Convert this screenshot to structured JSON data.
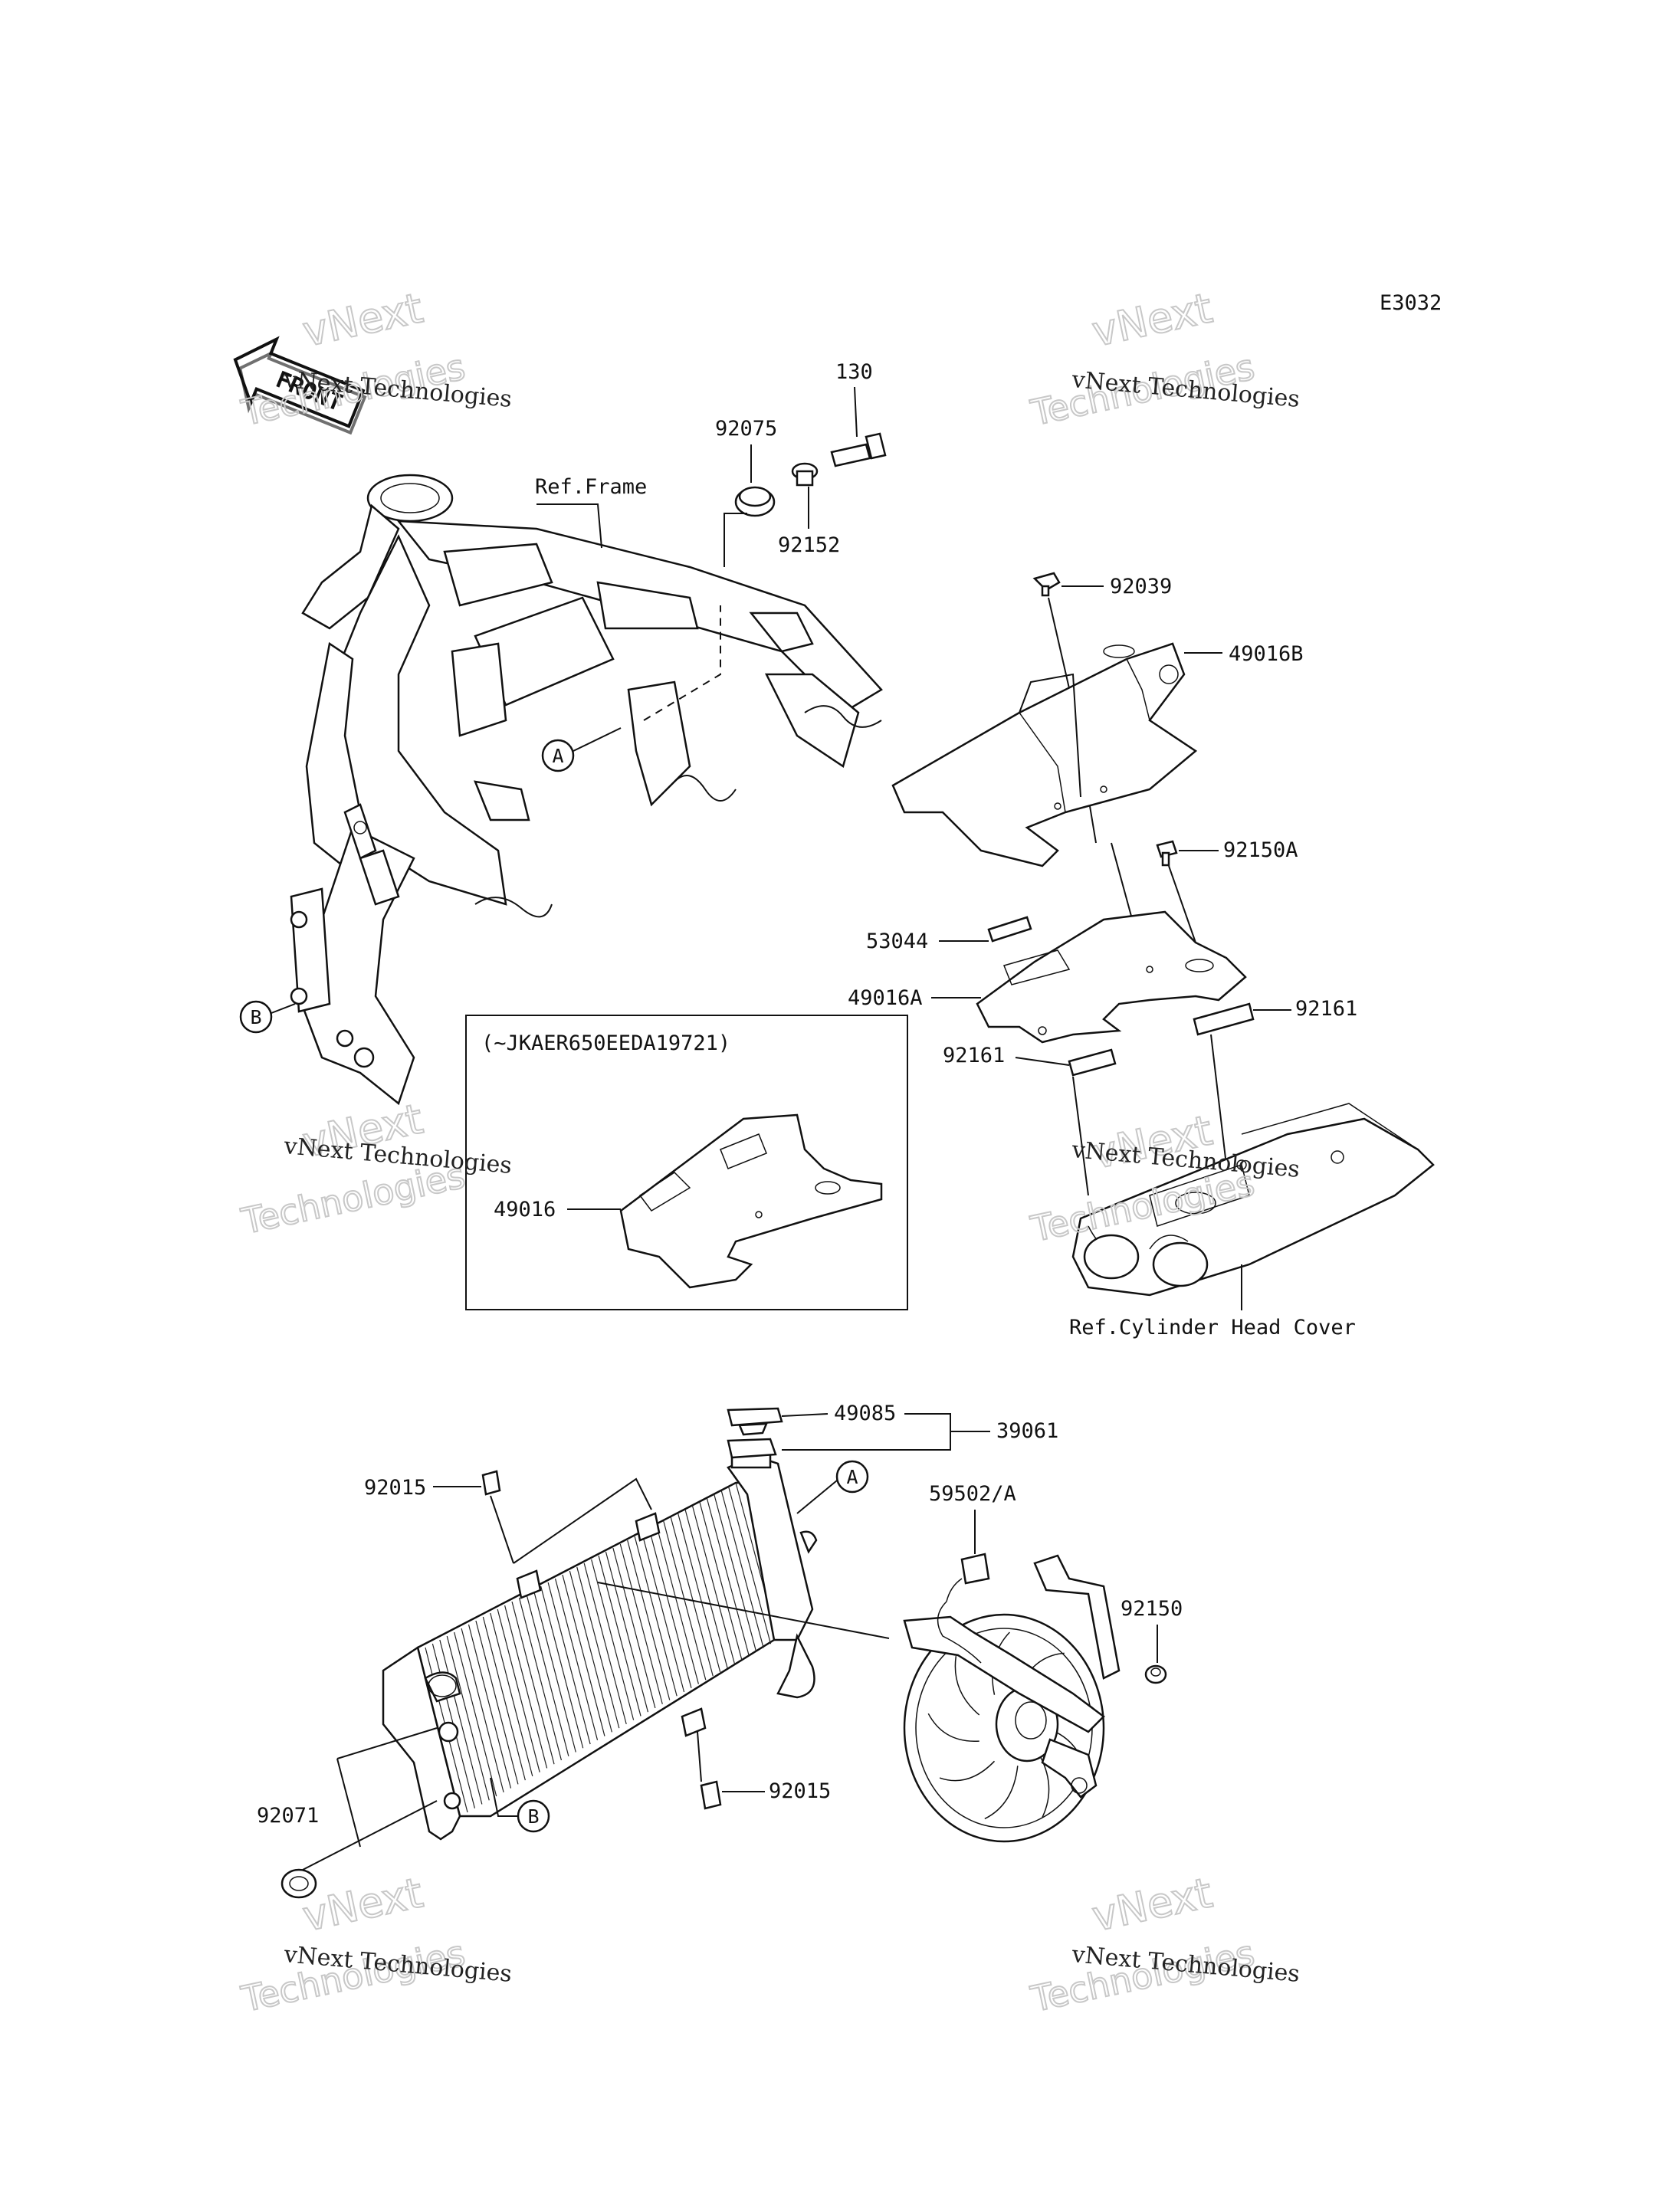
{
  "diagram_code": "E3032",
  "front_arrow_label": "FRONT",
  "watermark": {
    "line1": "vNext Technologies",
    "line2": "vNext",
    "line3": "Technologies"
  },
  "references": {
    "frame": "Ref.Frame",
    "cylinder_head_cover": "Ref.Cylinder Head Cover",
    "serial_note": "(~JKAER650EEDA19721)"
  },
  "callouts": {
    "a": "A",
    "b": "B"
  },
  "part_numbers": {
    "p130": "130",
    "p92075": "92075",
    "p92152": "92152",
    "p92039": "92039",
    "p49016B": "49016B",
    "p92150A": "92150A",
    "p53044": "53044",
    "p49016A": "49016A",
    "p92161_right": "92161",
    "p92161_left": "92161",
    "p49016": "49016",
    "p49085": "49085",
    "p39061": "39061",
    "p92015_top": "92015",
    "p59502A": "59502/A",
    "p92150": "92150",
    "p92015_bottom": "92015",
    "p92071": "92071"
  }
}
